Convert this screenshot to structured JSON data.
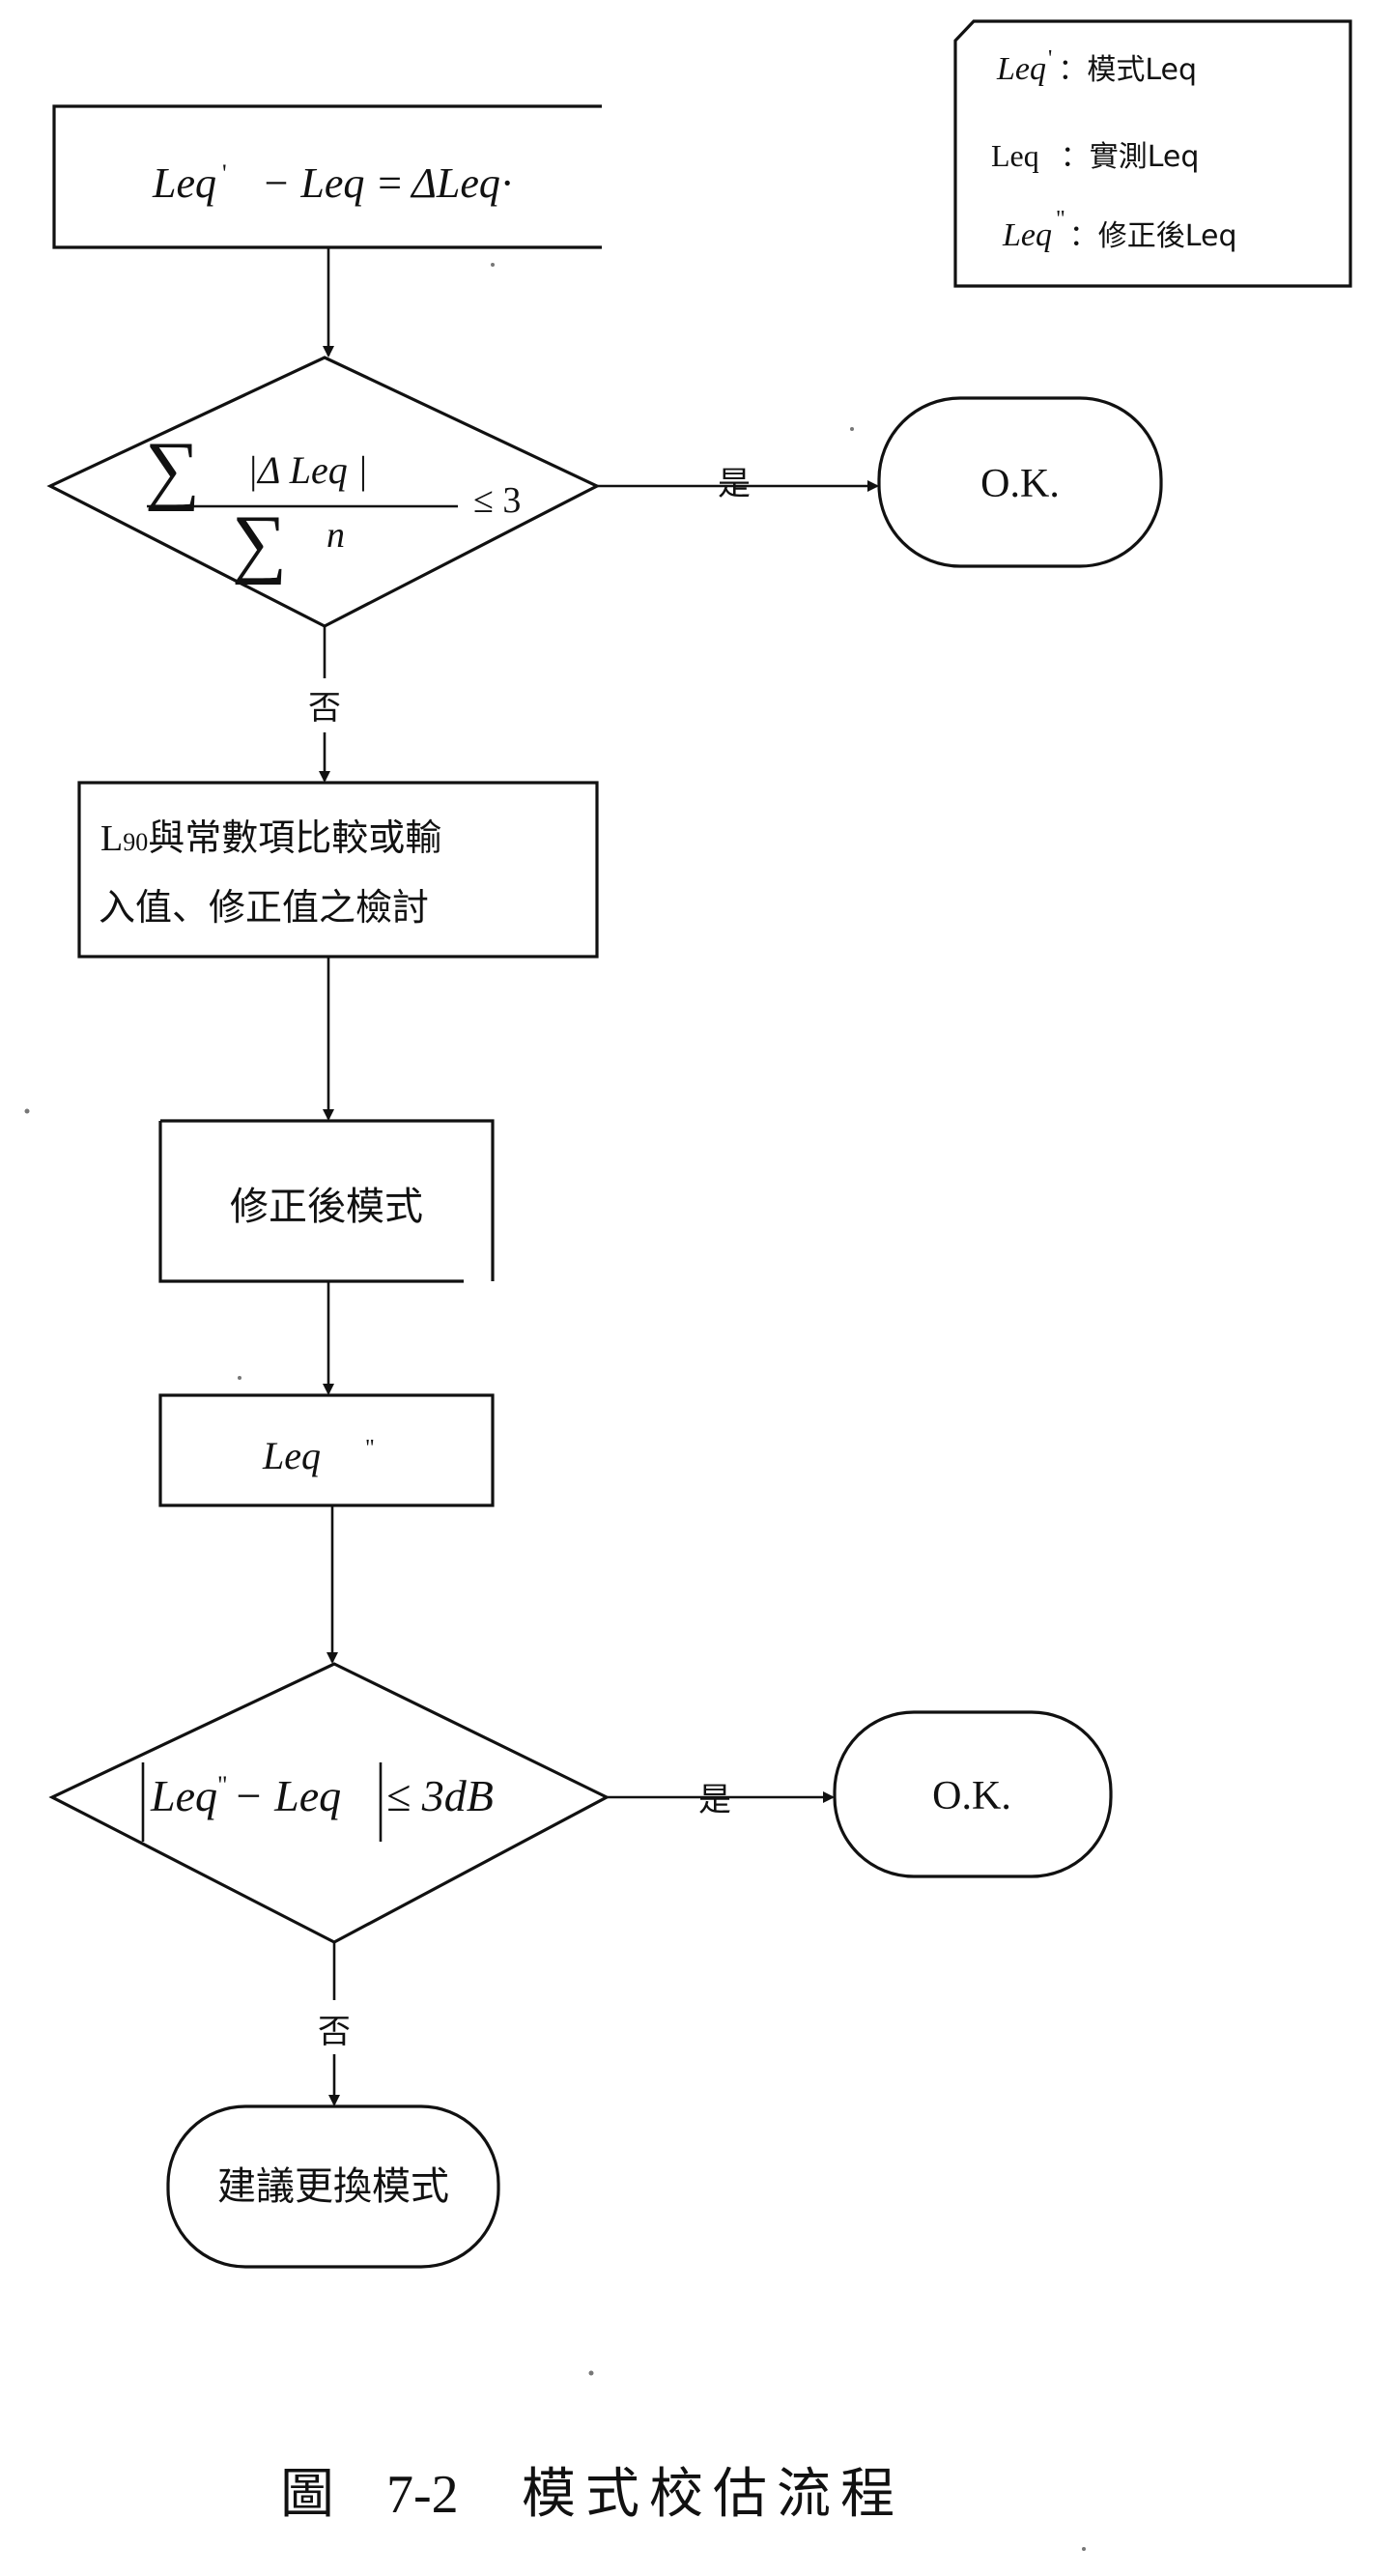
{
  "legend": {
    "rows": [
      {
        "symbol": "Leq",
        "mark": "'",
        "sep": "：",
        "desc": "模式Leq"
      },
      {
        "symbol": "Leq",
        "mark": "",
        "sep": "：",
        "desc": "實測Leq"
      },
      {
        "symbol": "Leq",
        "mark": "\"",
        "sep": "：",
        "desc": "修正後Leq"
      }
    ]
  },
  "nodes": {
    "start_box": {
      "lhs_a": "Leq",
      "lhs_mark": "'",
      "minus": "− Leq =",
      "rhs": "ΔLeq",
      "rhs_mark": "·"
    },
    "decision1": {
      "sum_top": "∑",
      "numerator": "|Δ  Leq  |",
      "sum_bottom": "∑",
      "denominator": "n",
      "cond": "≤  3"
    },
    "ok1": {
      "label": "O.K."
    },
    "process1": {
      "l": "L",
      "sub": "90",
      "line1_rest": "與常數項比較或輸",
      "line2": "入值、修正值之檢討"
    },
    "process2": {
      "label": "修正後模式"
    },
    "process3": {
      "label": "Leq",
      "mark": "\""
    },
    "decision2": {
      "lhs": "Leq",
      "mark": "\"",
      "rest": "− Leq",
      "cond": "≤ 3dB"
    },
    "ok2": {
      "label": "O.K."
    },
    "end": {
      "label": "建議更換模式"
    }
  },
  "edges": {
    "yes1": "是",
    "no1": "否",
    "yes2": "是",
    "no2": "否"
  },
  "caption": {
    "prefix": "圖",
    "number": "7-2",
    "title": "模式校估流程"
  }
}
